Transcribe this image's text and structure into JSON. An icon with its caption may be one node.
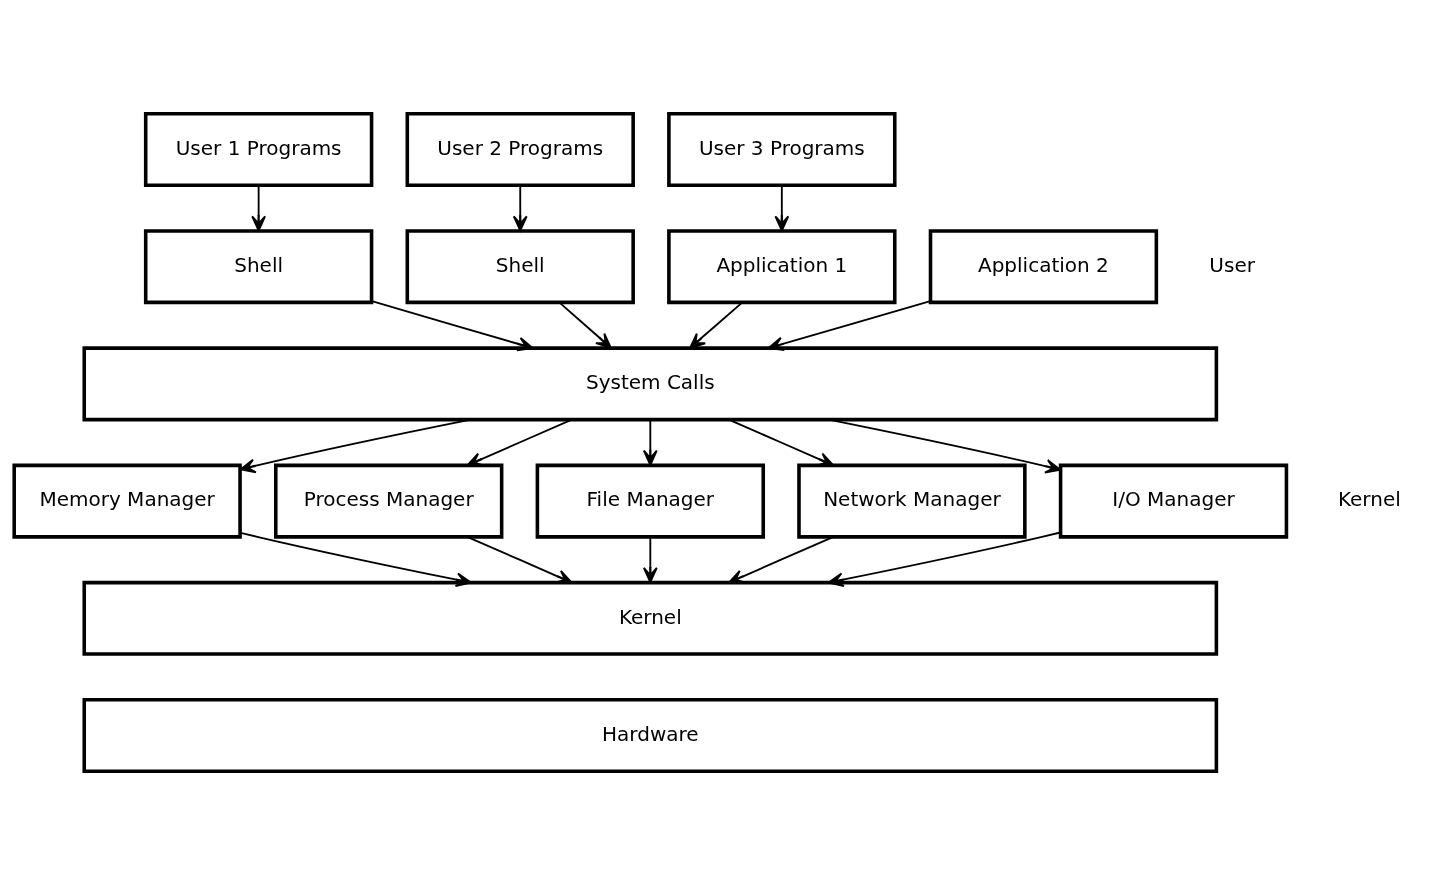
{
  "diagram": {
    "nodes": [
      {
        "text": [
          "User 1 Programs"
        ]
      },
      {
        "text": [
          "User 2 Programs"
        ]
      },
      {
        "text": [
          "User 3 Programs"
        ]
      },
      {
        "text": [
          "Shell"
        ]
      },
      {
        "text": [
          "Shell"
        ]
      },
      {
        "text": [
          "Application 1"
        ]
      },
      {
        "text": [
          "Application 2"
        ]
      },
      {
        "text": [
          "System Calls"
        ]
      },
      {
        "text": [
          "Memory Manager"
        ]
      },
      {
        "text": [
          "Process Manager"
        ]
      },
      {
        "text": [
          "File Manager"
        ]
      },
      {
        "text": [
          "Network Manager"
        ]
      },
      {
        "text": [
          "I/O Manager"
        ]
      },
      {
        "text": [
          "Kernel"
        ]
      },
      {
        "text": [
          "Hardware"
        ]
      }
    ],
    "edges": [
      {
        "from": 0,
        "to": 3,
        "arrow": "to"
      },
      {
        "from": 1,
        "to": 4,
        "arrow": "to"
      },
      {
        "from": 2,
        "to": 5,
        "arrow": "to"
      },
      {
        "from": 3,
        "to": 7,
        "arrow": "to"
      },
      {
        "from": 4,
        "to": 7,
        "arrow": "to"
      },
      {
        "from": 5,
        "to": 7,
        "arrow": "to"
      },
      {
        "from": 6,
        "to": 7,
        "arrow": "to"
      },
      {
        "from": 7,
        "to": 8,
        "arrow": "to"
      },
      {
        "from": 7,
        "to": 9,
        "arrow": "to"
      },
      {
        "from": 7,
        "to": 10,
        "arrow": "to"
      },
      {
        "from": 7,
        "to": 11,
        "arrow": "to"
      },
      {
        "from": 7,
        "to": 12,
        "arrow": "to"
      },
      {
        "from": 8,
        "to": 13,
        "arrow": "to"
      },
      {
        "from": 9,
        "to": 13,
        "arrow": "to"
      },
      {
        "from": 10,
        "to": 13,
        "arrow": "to"
      },
      {
        "from": 11,
        "to": 13,
        "arrow": "to"
      },
      {
        "from": 12,
        "to": 13,
        "arrow": "to"
      }
    ],
    "labels": [
      "User",
      "Kernel"
    ]
  }
}
